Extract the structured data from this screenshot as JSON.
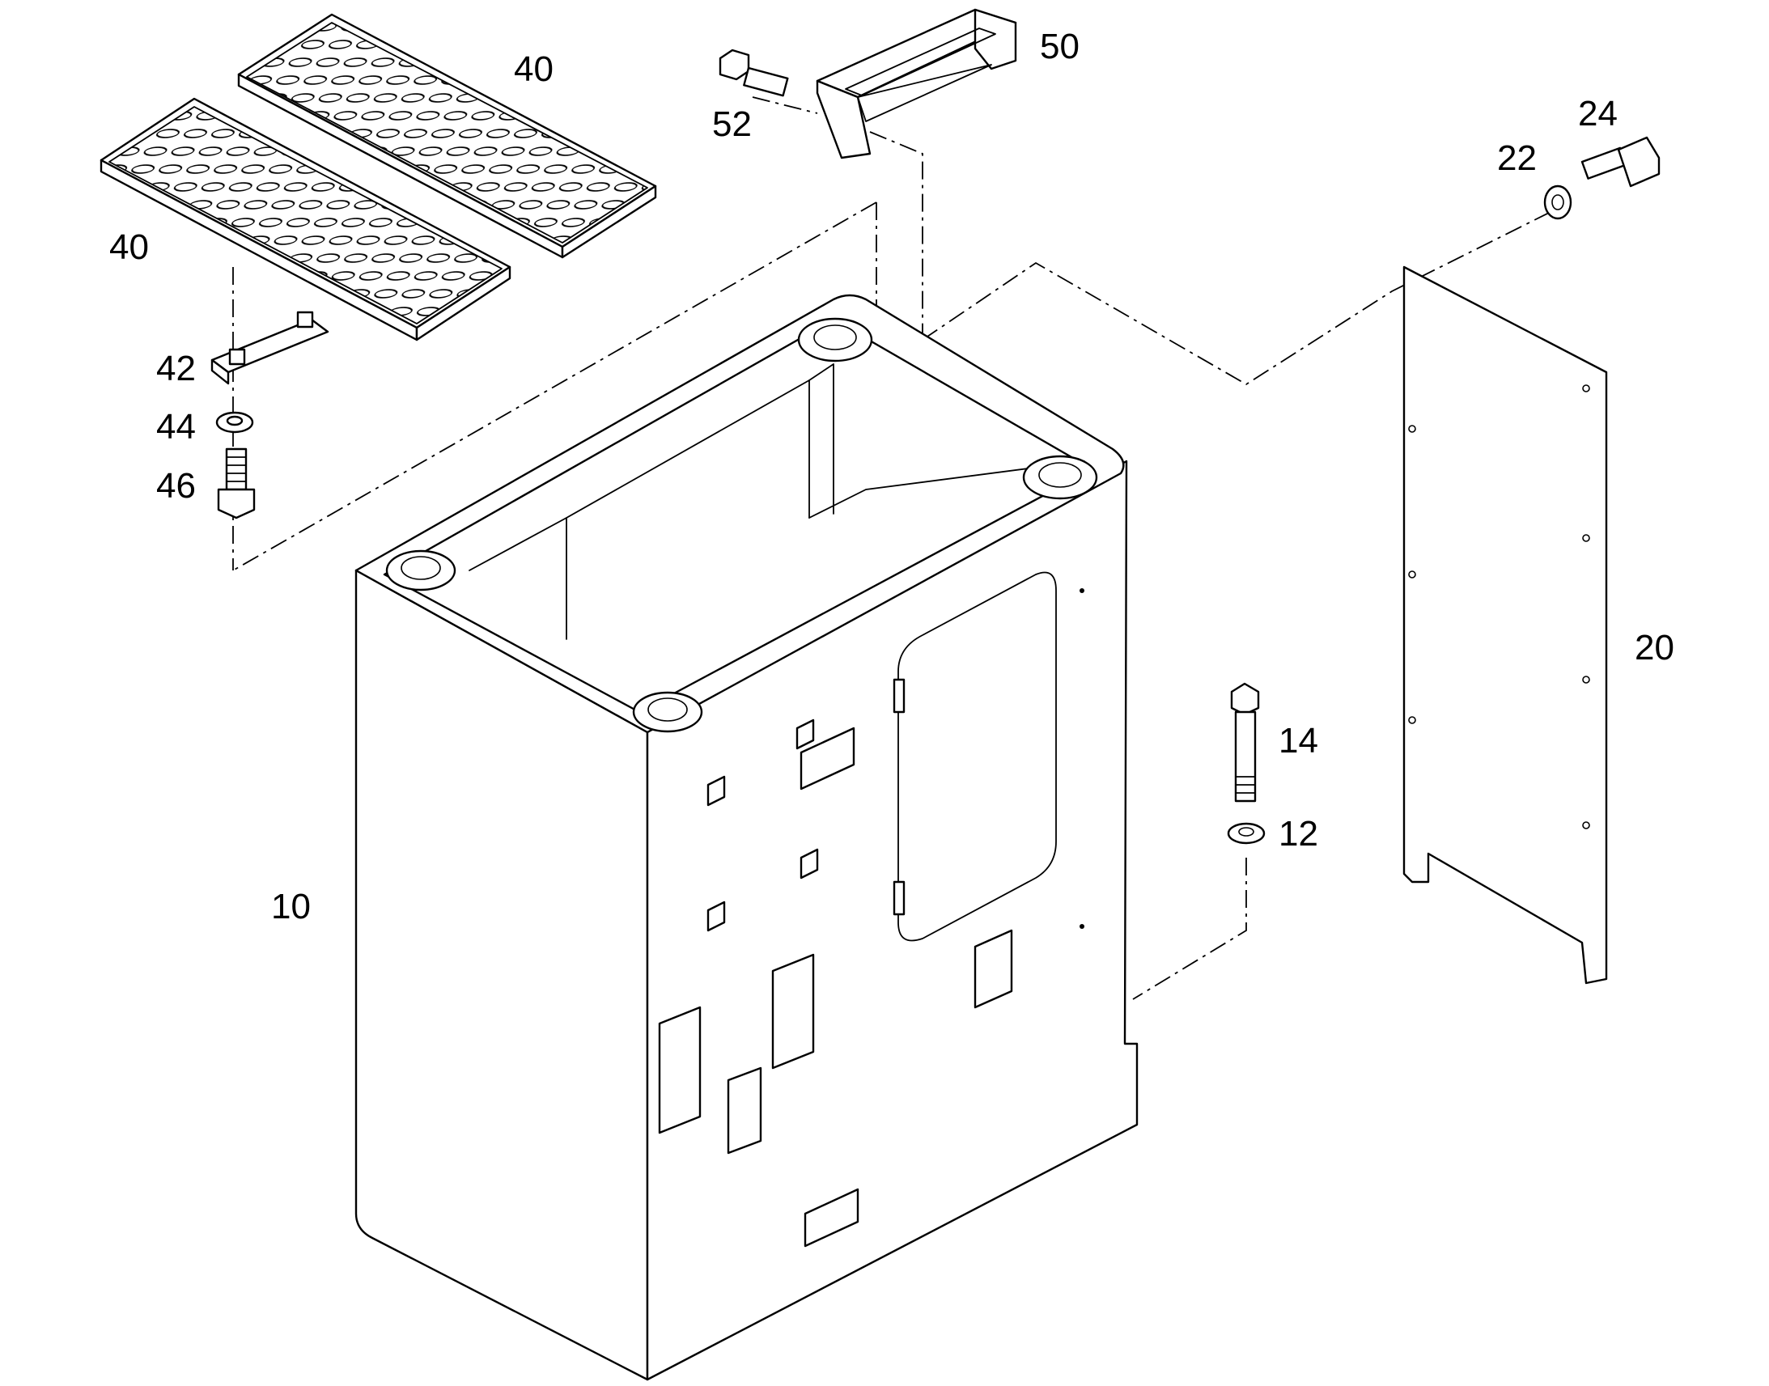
{
  "colors": {
    "line": "#000000",
    "background": "#ffffff"
  },
  "callouts": {
    "c10": "10",
    "c12": "12",
    "c14": "14",
    "c20": "20",
    "c22": "22",
    "c24": "24",
    "c40a": "40",
    "c40b": "40",
    "c42": "42",
    "c44": "44",
    "c46": "46",
    "c50": "50",
    "c52": "52"
  }
}
